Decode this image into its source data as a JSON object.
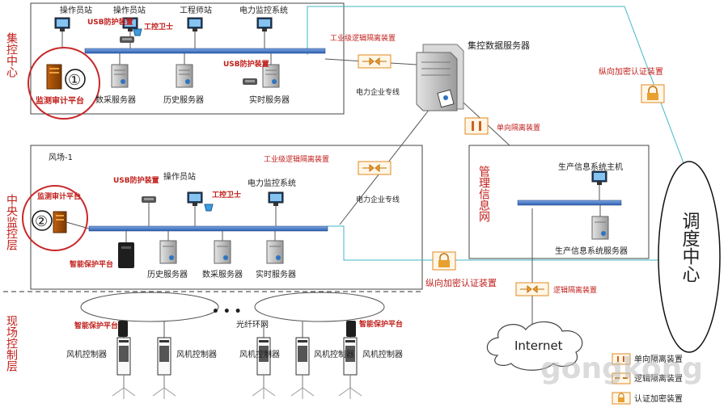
{
  "layers": {
    "top": "集控中心",
    "middle": "中央监控层",
    "bottom": "现场控制层",
    "management": "管理信息网",
    "dispatch": "调度中心"
  },
  "top_section": {
    "workstation_1": "操作员站",
    "workstation_2": "操作员站",
    "workstation_3": "工程师站",
    "workstation_4": "电力监控系统",
    "usb_protect": "USB防护装置",
    "icguard": "工控卫士",
    "usb_protect_2": "USB防护装置",
    "audit_platform": "监测审计平台",
    "badge": "①",
    "servers": [
      "数采服务器",
      "历史服务器",
      "实时服务器"
    ]
  },
  "center": {
    "data_server": "集控数据服务器",
    "industrial_isolation_top": "工业级逻辑隔离装置",
    "power_line_top": "电力企业专线",
    "one_way_isolation": "单向隔离装置",
    "vertical_auth_top": "纵向加密认证装置"
  },
  "farm": {
    "name": "风场-1",
    "audit_platform": "监测审计平台",
    "badge": "②",
    "usb_protect": "USB防护装置",
    "workstation": "操作员站",
    "icguard": "工控卫士",
    "power_monitor": "电力监控系统",
    "industrial_isolation": "工业级逻辑隔离装置",
    "power_line": "电力企业专线",
    "smart_protect": "智能保护平台",
    "servers": [
      "历史服务器",
      "数采服务器",
      "实时服务器"
    ]
  },
  "mgmt": {
    "host": "生产信息系统主机",
    "server": "生产信息系统服务器",
    "logic_isolation": "逻辑隔离装置"
  },
  "bottom": {
    "vertical_auth": "纵向加密认证装置",
    "dots": "• • •",
    "fiber_ring": "光纤环网",
    "smart_protect_left": "智能保护平台",
    "smart_protect_right": "智能保护平台",
    "controllers": [
      "风机控制器",
      "风机控制器",
      "风机控制器",
      "风机控制器",
      "风机控制器"
    ]
  },
  "internet": "Internet",
  "legend": {
    "items": [
      "单向隔离装置",
      "逻辑隔离装置",
      "认证加密装置"
    ]
  },
  "watermark": "gongkong"
}
